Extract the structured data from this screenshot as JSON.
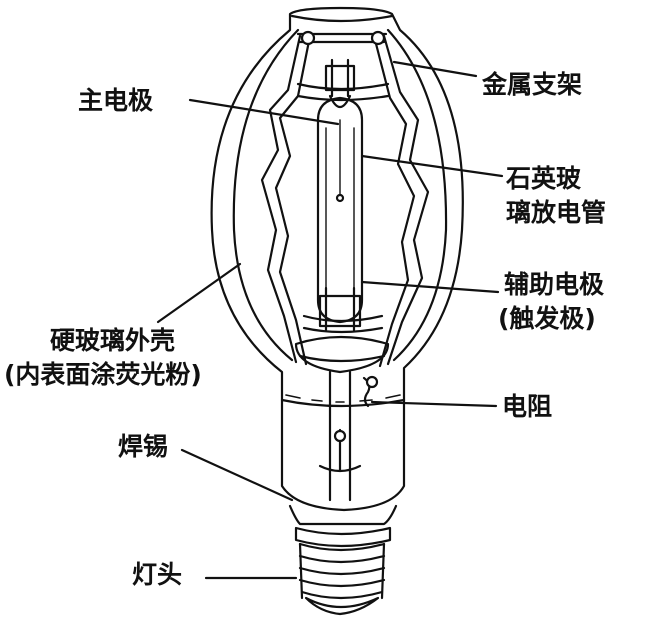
{
  "labels": {
    "metal_support": "金属支架",
    "main_electrode": "主电极",
    "quartz_tube_line1": "石英玻",
    "quartz_tube_line2": "璃放电管",
    "aux_electrode_line1": "辅助电极",
    "aux_electrode_line2": "(触发极)",
    "hard_glass_line1": "硬玻璃外壳",
    "hard_glass_line2": "(内表面涂荧光粉)",
    "resistor": "电阻",
    "solder": "焊锡",
    "lamp_cap": "灯头"
  },
  "colors": {
    "ink": "#111111",
    "background": "#ffffff"
  }
}
